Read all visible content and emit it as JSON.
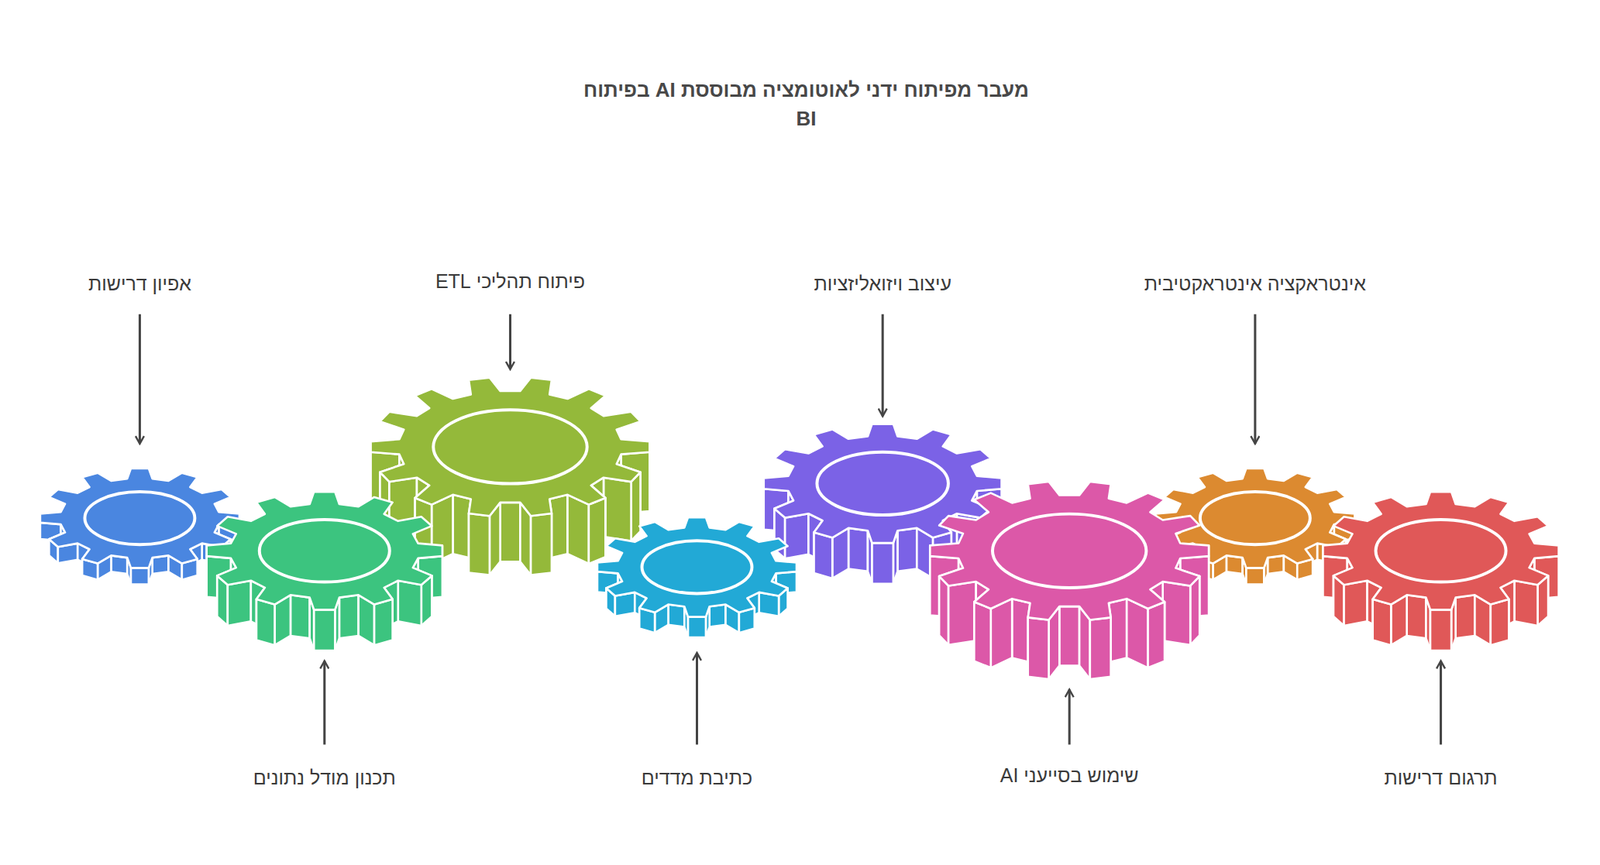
{
  "diagram": {
    "title": "מעבר מפיתוח ידני לאוטומציה מבוססת AI בפיתוח BI",
    "labels": [
      "אפיון דרישות",
      "תכנון מודל נתונים",
      "פיתוח תהליכי ETL",
      "כתיבת מדדים",
      "עיצוב ויזואליזציות",
      "שימוש בסייעני AI",
      "אינטראקציה אינטראקטיבית",
      "תרגום דרישות"
    ]
  }
}
